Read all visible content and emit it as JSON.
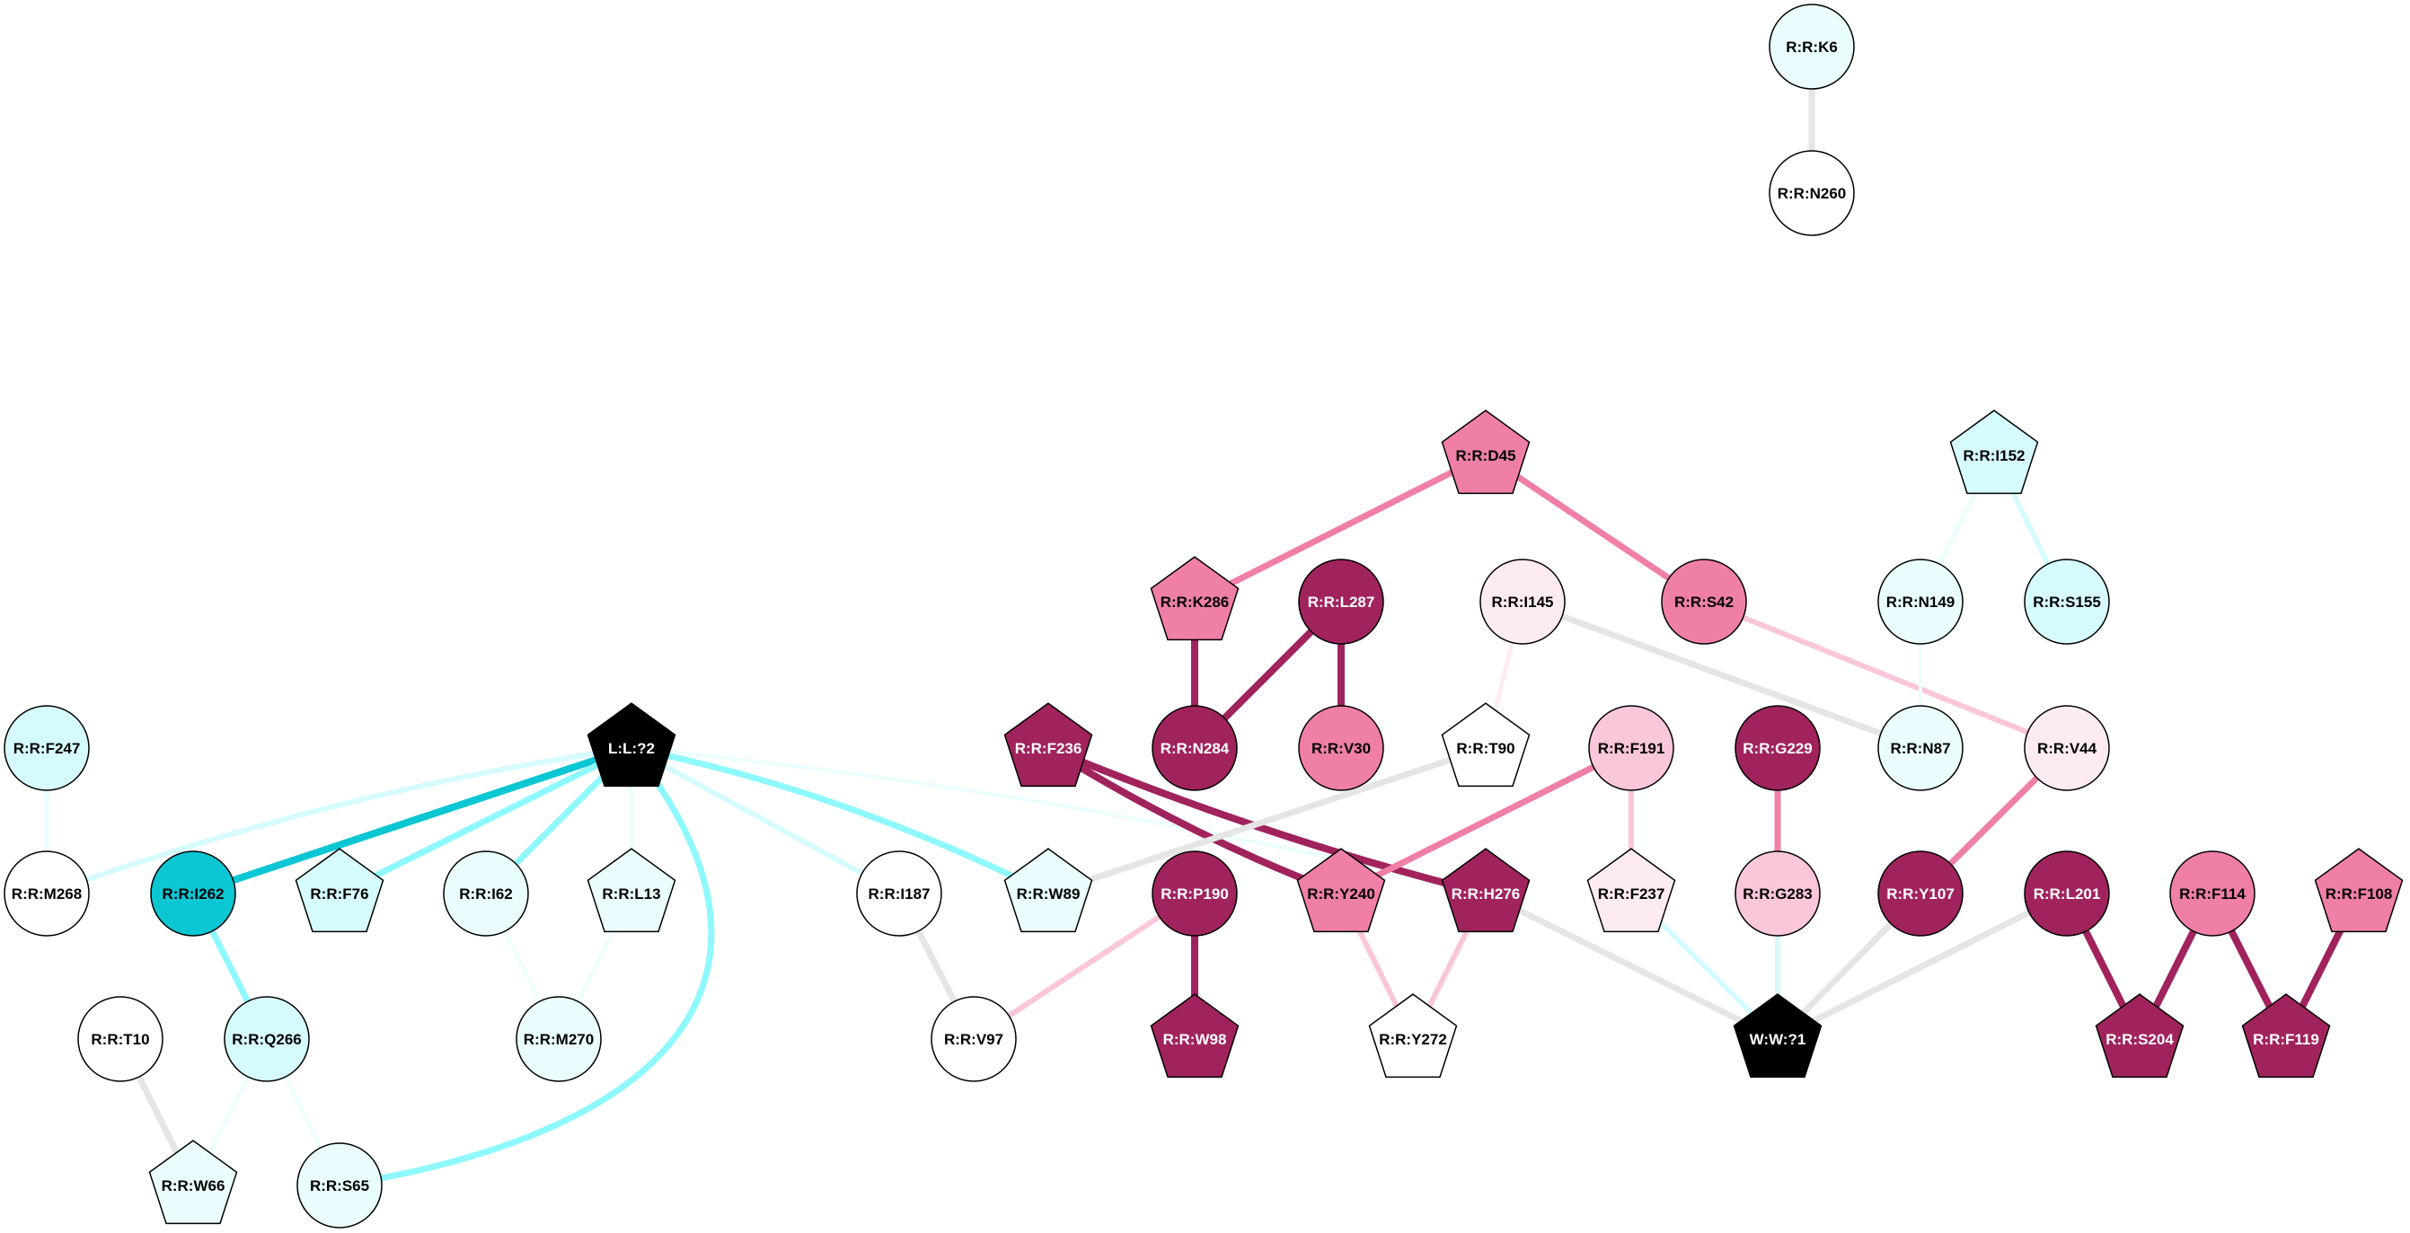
{
  "graph": {
    "nodes": [
      {
        "id": "K6",
        "label": "R:R:K6",
        "shape": "circle",
        "fill": "#eafdff",
        "text": "#000000"
      },
      {
        "id": "N260",
        "label": "R:R:N260",
        "shape": "circle",
        "fill": "#ffffff",
        "text": "#000000"
      },
      {
        "id": "D45",
        "label": "R:R:D45",
        "shape": "pentagon",
        "fill": "#f07fa8",
        "text": "#000000"
      },
      {
        "id": "I152",
        "label": "R:R:I152",
        "shape": "pentagon",
        "fill": "#d6fbff",
        "text": "#000000"
      },
      {
        "id": "K286",
        "label": "R:R:K286",
        "shape": "pentagon",
        "fill": "#f07fa8",
        "text": "#000000"
      },
      {
        "id": "L287",
        "label": "R:R:L287",
        "shape": "circle",
        "fill": "#a1235e",
        "text": "#ffffff"
      },
      {
        "id": "I145",
        "label": "R:R:I145",
        "shape": "circle",
        "fill": "#fdebf2",
        "text": "#000000"
      },
      {
        "id": "S42",
        "label": "R:R:S42",
        "shape": "circle",
        "fill": "#f07fa8",
        "text": "#000000"
      },
      {
        "id": "N149",
        "label": "R:R:N149",
        "shape": "circle",
        "fill": "#eafdff",
        "text": "#000000"
      },
      {
        "id": "S155",
        "label": "R:R:S155",
        "shape": "circle",
        "fill": "#d6fbff",
        "text": "#000000"
      },
      {
        "id": "F247",
        "label": "R:R:F247",
        "shape": "circle",
        "fill": "#d6fbff",
        "text": "#000000"
      },
      {
        "id": "L2",
        "label": "L:L:?2",
        "shape": "pentagon",
        "fill": "#000000",
        "text": "#ffffff"
      },
      {
        "id": "F236",
        "label": "R:R:F236",
        "shape": "pentagon",
        "fill": "#a1235e",
        "text": "#ffffff"
      },
      {
        "id": "N284",
        "label": "R:R:N284",
        "shape": "circle",
        "fill": "#a1235e",
        "text": "#ffffff"
      },
      {
        "id": "V30",
        "label": "R:R:V30",
        "shape": "circle",
        "fill": "#f07fa8",
        "text": "#000000"
      },
      {
        "id": "T90",
        "label": "R:R:T90",
        "shape": "pentagon",
        "fill": "#ffffff",
        "text": "#000000"
      },
      {
        "id": "F191",
        "label": "R:R:F191",
        "shape": "circle",
        "fill": "#f9c6da",
        "text": "#000000"
      },
      {
        "id": "G229",
        "label": "R:R:G229",
        "shape": "circle",
        "fill": "#a1235e",
        "text": "#ffffff"
      },
      {
        "id": "N87",
        "label": "R:R:N87",
        "shape": "circle",
        "fill": "#eafdff",
        "text": "#000000"
      },
      {
        "id": "V44",
        "label": "R:R:V44",
        "shape": "circle",
        "fill": "#fdebf2",
        "text": "#000000"
      },
      {
        "id": "M268",
        "label": "R:R:M268",
        "shape": "circle",
        "fill": "#ffffff",
        "text": "#000000"
      },
      {
        "id": "I262",
        "label": "R:R:I262",
        "shape": "circle",
        "fill": "#0bc6d3",
        "text": "#000000"
      },
      {
        "id": "F76",
        "label": "R:R:F76",
        "shape": "pentagon",
        "fill": "#d6fbff",
        "text": "#000000"
      },
      {
        "id": "I62",
        "label": "R:R:I62",
        "shape": "circle",
        "fill": "#eafdff",
        "text": "#000000"
      },
      {
        "id": "L13",
        "label": "R:R:L13",
        "shape": "pentagon",
        "fill": "#eafdff",
        "text": "#000000"
      },
      {
        "id": "I187",
        "label": "R:R:I187",
        "shape": "circle",
        "fill": "#ffffff",
        "text": "#000000"
      },
      {
        "id": "W89",
        "label": "R:R:W89",
        "shape": "pentagon",
        "fill": "#eafdff",
        "text": "#000000"
      },
      {
        "id": "P190",
        "label": "R:R:P190",
        "shape": "circle",
        "fill": "#a1235e",
        "text": "#ffffff"
      },
      {
        "id": "Y240",
        "label": "R:R:Y240",
        "shape": "pentagon",
        "fill": "#f07fa8",
        "text": "#000000"
      },
      {
        "id": "H276",
        "label": "R:R:H276",
        "shape": "pentagon",
        "fill": "#a1235e",
        "text": "#ffffff"
      },
      {
        "id": "F237",
        "label": "R:R:F237",
        "shape": "pentagon",
        "fill": "#fdebf2",
        "text": "#000000"
      },
      {
        "id": "G283",
        "label": "R:R:G283",
        "shape": "circle",
        "fill": "#f9c6da",
        "text": "#000000"
      },
      {
        "id": "Y107",
        "label": "R:R:Y107",
        "shape": "circle",
        "fill": "#a1235e",
        "text": "#ffffff"
      },
      {
        "id": "L201",
        "label": "R:R:L201",
        "shape": "circle",
        "fill": "#a1235e",
        "text": "#ffffff"
      },
      {
        "id": "F114",
        "label": "R:R:F114",
        "shape": "circle",
        "fill": "#f07fa8",
        "text": "#000000"
      },
      {
        "id": "F108",
        "label": "R:R:F108",
        "shape": "pentagon",
        "fill": "#f07fa8",
        "text": "#000000"
      },
      {
        "id": "T10",
        "label": "R:R:T10",
        "shape": "circle",
        "fill": "#ffffff",
        "text": "#000000"
      },
      {
        "id": "Q266",
        "label": "R:R:Q266",
        "shape": "circle",
        "fill": "#d6fbff",
        "text": "#000000"
      },
      {
        "id": "M270",
        "label": "R:R:M270",
        "shape": "circle",
        "fill": "#eafdff",
        "text": "#000000"
      },
      {
        "id": "V97",
        "label": "R:R:V97",
        "shape": "circle",
        "fill": "#ffffff",
        "text": "#000000"
      },
      {
        "id": "W98",
        "label": "R:R:W98",
        "shape": "pentagon",
        "fill": "#a1235e",
        "text": "#ffffff"
      },
      {
        "id": "Y272",
        "label": "R:R:Y272",
        "shape": "pentagon",
        "fill": "#ffffff",
        "text": "#000000"
      },
      {
        "id": "W1",
        "label": "W:W:?1",
        "shape": "pentagon",
        "fill": "#000000",
        "text": "#ffffff"
      },
      {
        "id": "S204",
        "label": "R:R:S204",
        "shape": "pentagon",
        "fill": "#a1235e",
        "text": "#ffffff"
      },
      {
        "id": "F119",
        "label": "R:R:F119",
        "shape": "pentagon",
        "fill": "#a1235e",
        "text": "#ffffff"
      },
      {
        "id": "W66",
        "label": "R:R:W66",
        "shape": "pentagon",
        "fill": "#eafdff",
        "text": "#000000"
      },
      {
        "id": "S65",
        "label": "R:R:S65",
        "shape": "circle",
        "fill": "#eafdff",
        "text": "#000000"
      }
    ],
    "edges": [
      {
        "from": "K6",
        "to": "N260",
        "color": "#e5e5e5",
        "width": 7
      },
      {
        "from": "D45",
        "to": "K286",
        "color": "#f07fa8",
        "width": 7
      },
      {
        "from": "D45",
        "to": "S42",
        "color": "#f07fa8",
        "width": 7
      },
      {
        "from": "K286",
        "to": "N284",
        "color": "#a1235e",
        "width": 8
      },
      {
        "from": "L287",
        "to": "N284",
        "color": "#a1235e",
        "width": 8
      },
      {
        "from": "L287",
        "to": "V30",
        "color": "#a1235e",
        "width": 8
      },
      {
        "from": "I145",
        "to": "T90",
        "color": "#fdebf2",
        "width": 5
      },
      {
        "from": "I145",
        "to": "N87",
        "color": "#e5e5e5",
        "width": 7
      },
      {
        "from": "S42",
        "to": "V44",
        "color": "#f9c6da",
        "width": 6
      },
      {
        "from": "I152",
        "to": "N149",
        "color": "#eafdff",
        "width": 5
      },
      {
        "from": "I152",
        "to": "S155",
        "color": "#d6fbff",
        "width": 6
      },
      {
        "from": "N149",
        "to": "N87",
        "color": "#eafdff",
        "width": 4
      },
      {
        "from": "F247",
        "to": "M268",
        "color": "#eafdff",
        "width": 5
      },
      {
        "from": "L2",
        "to": "M268",
        "color": "#d6fbff",
        "width": 6
      },
      {
        "from": "L2",
        "to": "I262",
        "color": "#0bc6d3",
        "width": 8
      },
      {
        "from": "L2",
        "to": "F76",
        "color": "#8ef8fc",
        "width": 7
      },
      {
        "from": "L2",
        "to": "I62",
        "color": "#8ef8fc",
        "width": 7
      },
      {
        "from": "L2",
        "to": "L13",
        "color": "#eafdff",
        "width": 4
      },
      {
        "from": "L2",
        "to": "I187",
        "color": "#d6fbff",
        "width": 6
      },
      {
        "from": "L2",
        "to": "W89",
        "color": "#8ef8fc",
        "width": 7
      },
      {
        "from": "L2",
        "to": "H276",
        "color": "#eafdff",
        "width": 4
      },
      {
        "from": "L2",
        "to": "S65",
        "color": "#8ef8fc",
        "width": 7
      },
      {
        "from": "F236",
        "to": "H276",
        "color": "#a1235e",
        "width": 8
      },
      {
        "from": "F236",
        "to": "Y240",
        "color": "#a1235e",
        "width": 8
      },
      {
        "from": "T90",
        "to": "W89",
        "color": "#e5e5e5",
        "width": 7
      },
      {
        "from": "F191",
        "to": "Y240",
        "color": "#f07fa8",
        "width": 7
      },
      {
        "from": "F191",
        "to": "F237",
        "color": "#f9c6da",
        "width": 6
      },
      {
        "from": "G229",
        "to": "G283",
        "color": "#f07fa8",
        "width": 7
      },
      {
        "from": "V44",
        "to": "Y107",
        "color": "#f07fa8",
        "width": 7
      },
      {
        "from": "I262",
        "to": "Q266",
        "color": "#8ef8fc",
        "width": 7
      },
      {
        "from": "I62",
        "to": "M270",
        "color": "#eafdff",
        "width": 4
      },
      {
        "from": "L13",
        "to": "M270",
        "color": "#eafdff",
        "width": 4
      },
      {
        "from": "I187",
        "to": "V97",
        "color": "#e5e5e5",
        "width": 7
      },
      {
        "from": "P190",
        "to": "V97",
        "color": "#f9c6da",
        "width": 6
      },
      {
        "from": "P190",
        "to": "W98",
        "color": "#a1235e",
        "width": 8
      },
      {
        "from": "Y240",
        "to": "Y272",
        "color": "#f9c6da",
        "width": 6
      },
      {
        "from": "H276",
        "to": "Y272",
        "color": "#f9c6da",
        "width": 6
      },
      {
        "from": "H276",
        "to": "W1",
        "color": "#e5e5e5",
        "width": 7
      },
      {
        "from": "F237",
        "to": "W1",
        "color": "#d6fbff",
        "width": 6
      },
      {
        "from": "G283",
        "to": "W1",
        "color": "#d6fbff",
        "width": 6
      },
      {
        "from": "Y107",
        "to": "W1",
        "color": "#e5e5e5",
        "width": 7
      },
      {
        "from": "L201",
        "to": "W1",
        "color": "#e5e5e5",
        "width": 7
      },
      {
        "from": "L201",
        "to": "S204",
        "color": "#a1235e",
        "width": 8
      },
      {
        "from": "F114",
        "to": "S204",
        "color": "#a1235e",
        "width": 8
      },
      {
        "from": "F114",
        "to": "F119",
        "color": "#a1235e",
        "width": 8
      },
      {
        "from": "F108",
        "to": "F119",
        "color": "#a1235e",
        "width": 8
      },
      {
        "from": "T10",
        "to": "W66",
        "color": "#e5e5e5",
        "width": 7
      },
      {
        "from": "Q266",
        "to": "W66",
        "color": "#eafdff",
        "width": 4
      },
      {
        "from": "Q266",
        "to": "S65",
        "color": "#eafdff",
        "width": 4
      }
    ]
  }
}
